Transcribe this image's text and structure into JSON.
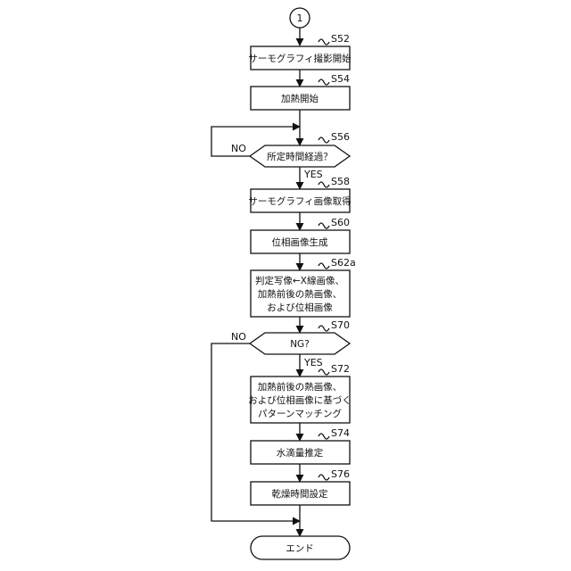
{
  "connector": {
    "label": "1"
  },
  "steps": {
    "s52": {
      "id": "S52",
      "label": "サーモグラフィ撮影開始"
    },
    "s54": {
      "id": "S54",
      "label": "加熱開始"
    },
    "s56": {
      "id": "S56",
      "label": "所定時間経過？",
      "yes": "YES",
      "no": "NO"
    },
    "s58": {
      "id": "S58",
      "label": "サーモグラフィ画像取得"
    },
    "s60": {
      "id": "S60",
      "label": "位相画像生成"
    },
    "s62a": {
      "id": "S62a",
      "lines": [
        "判定写像←X線画像、",
        "加熱前後の熱画像、",
        "および位相画像"
      ]
    },
    "s70": {
      "id": "S70",
      "label": "NG?",
      "yes": "YES",
      "no": "NO"
    },
    "s72": {
      "id": "S72",
      "lines": [
        "加熱前後の熱画像、",
        "および位相画像に基づく",
        "パターンマッチング"
      ]
    },
    "s74": {
      "id": "S74",
      "label": "水滴量推定"
    },
    "s76": {
      "id": "S76",
      "label": "乾燥時間設定"
    }
  },
  "terminal": {
    "label": "エンド"
  }
}
